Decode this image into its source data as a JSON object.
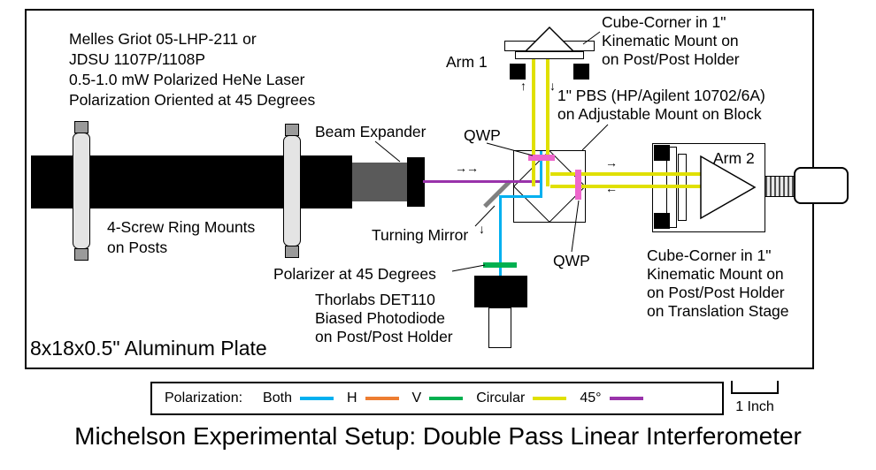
{
  "title": "Michelson Experimental Setup: Double Pass Linear Interferometer",
  "labels": {
    "laser_lines": [
      "Melles Griot 05-LHP-211 or",
      "JDSU 1107P/1108P",
      "0.5-1.0 mW Polarized HeNe Laser",
      "Polarization Oriented at 45 Degrees"
    ],
    "ring_mounts_lines": [
      "4-Screw Ring Mounts",
      "on Posts"
    ],
    "beam_expander": "Beam Expander",
    "qwp_top": "QWP",
    "qwp_right": "QWP",
    "arm1": "Arm 1",
    "arm2": "Arm 2",
    "cube_corner_arm1_lines": [
      "Cube-Corner in 1\"",
      "Kinematic Mount on",
      "on Post/Post Holder"
    ],
    "pbs_lines": [
      "1\" PBS (HP/Agilent 10702/6A)",
      "on Adjustable Mount on Block"
    ],
    "turning_mirror": "Turning Mirror",
    "polarizer": "Polarizer at 45 Degrees",
    "photodiode_lines": [
      "Thorlabs DET110",
      "Biased Photodiode",
      "on Post/Post Holder"
    ],
    "cube_corner_arm2_lines": [
      "Cube-Corner in 1\"",
      "Kinematic Mount on",
      "on Post/Post Holder",
      "on Translation Stage"
    ],
    "plate": "8x18x0.5\" Aluminum Plate"
  },
  "legend": {
    "title": "Polarization:",
    "items": [
      {
        "label": "Both",
        "color": "#00B0F0"
      },
      {
        "label": "H",
        "color": "#ED7D31"
      },
      {
        "label": "V",
        "color": "#00B050"
      },
      {
        "label": "Circular",
        "color": "#E0E000"
      },
      {
        "label": "45°",
        "color": "#9933AA"
      }
    ]
  },
  "scale_label": "1 Inch",
  "arrows": {
    "right": "→",
    "left": "←",
    "up": "↑",
    "down": "↓"
  },
  "colors": {
    "beam_both": "#00B0F0",
    "beam_circular": "#E0E000",
    "beam_45": "#9933AA",
    "polarizer_v": "#00B050",
    "qwp": "#EE66CC",
    "laser_body": "#000000",
    "expander": "#5A5A5A",
    "mirror": "#808080"
  }
}
